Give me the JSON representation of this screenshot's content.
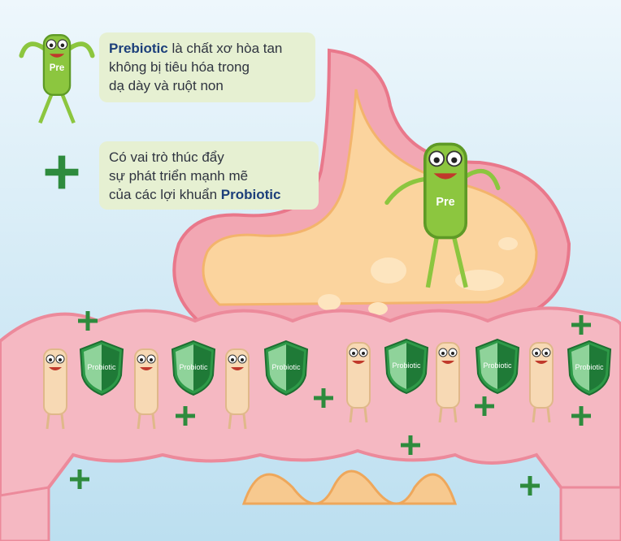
{
  "callout_top": {
    "emphasis": "Prebiotic",
    "line1_rest": " là chất xơ hòa tan",
    "line2": "không bị tiêu hóa trong",
    "line3": "dạ dày và ruột non"
  },
  "callout_bottom": {
    "line1": "Có vai trò thúc đẩy",
    "line2": "sự phát triển mạnh mẽ",
    "line3_prefix": "của các lợi khuẩn  ",
    "emphasis": "Probiotic"
  },
  "character_badge": "Pre",
  "shield_label": "Probiotic",
  "colors": {
    "sky": "#cfe7f4",
    "stomach_outer": "#f2a7b3",
    "stomach_inner": "#fbd49e",
    "intestine": "#f5b8c2",
    "pre_green": "#8cc63f",
    "plus_green": "#2e8b3d",
    "callout_bg": "#e6f0d2",
    "emphasis_text": "#1c3f7a"
  }
}
